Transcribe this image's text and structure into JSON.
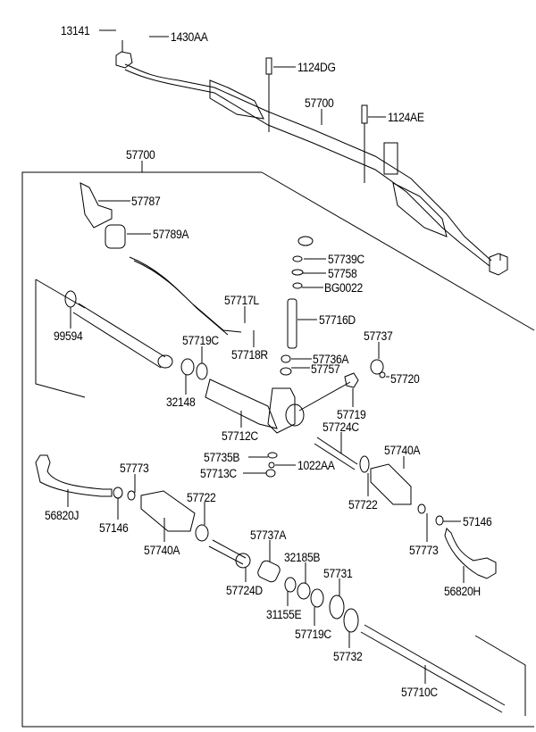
{
  "diagram": {
    "labels": {
      "p13141": "13141",
      "p1430AA": "1430AA",
      "p1124DG": "1124DG",
      "p57700_top": "57700",
      "p1124AE": "1124AE",
      "p57700_box": "57700",
      "p57787": "57787",
      "p57789A": "57789A",
      "p57739C": "57739C",
      "p57758": "57758",
      "pBG0022": "BG0022",
      "p57717L": "57717L",
      "p57716D": "57716D",
      "p99594": "99594",
      "p57737": "57737",
      "p57719C_upper": "57719C",
      "p57718R": "57718R",
      "p57736A": "57736A",
      "p57757": "57757",
      "p57720": "57720",
      "p32148": "32148",
      "p57719": "57719",
      "p57724C": "57724C",
      "p57712C": "57712C",
      "p57740A_right": "57740A",
      "p57735B": "57735B",
      "p1022AA": "1022AA",
      "p57713C": "57713C",
      "p57773_left": "57773",
      "p57722_left": "57722",
      "p56820J": "56820J",
      "p57722_right": "57722",
      "p57146_left": "57146",
      "p57146_right": "57146",
      "p57740A_left": "57740A",
      "p57773_right": "57773",
      "p57737A": "57737A",
      "p32185B": "32185B",
      "p57731": "57731",
      "p56820H": "56820H",
      "p57724D": "57724D",
      "p31155E": "31155E",
      "p57719C_lower": "57719C",
      "p57732": "57732",
      "p57710C": "57710C"
    }
  }
}
